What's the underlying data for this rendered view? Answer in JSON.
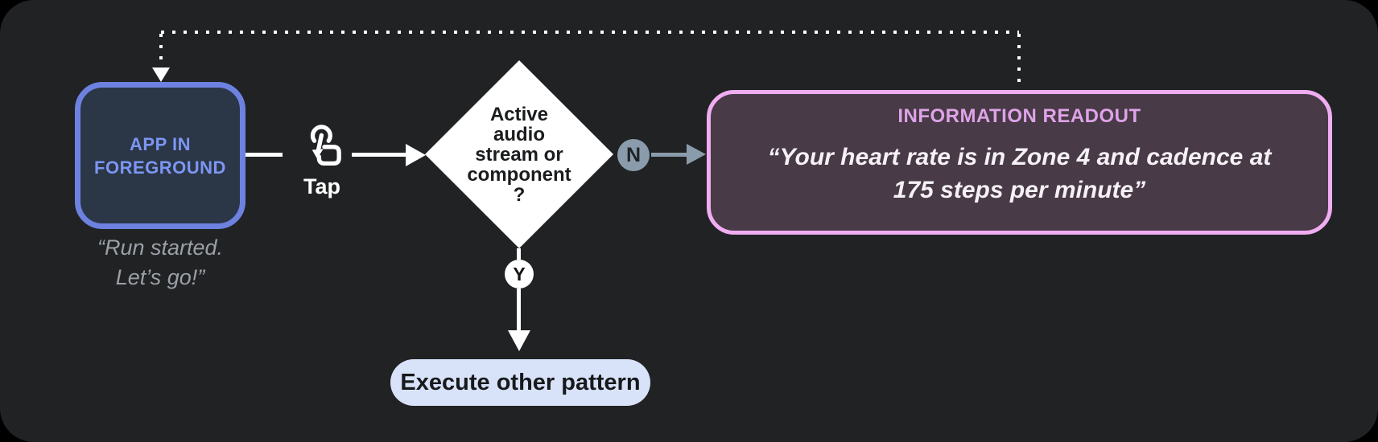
{
  "colors": {
    "panel_bg": "#212224",
    "blue_border": "#6D82E0",
    "blue_fill": "#2B3647",
    "blue_text": "#7C96F2",
    "muted_text": "#9AA0A6",
    "n_accent": "#8A9CAB",
    "pink_border": "#F0ADF2",
    "pink_fill": "#483A46",
    "pink_text": "#DEA3E8",
    "pill_bg": "#D8E2F8",
    "ink": "#1A1C1E"
  },
  "icons": {
    "tap": "tap-gesture-icon"
  },
  "app_node": {
    "line1": "APP IN",
    "line2": "FOREGROUND",
    "caption_line1": "“Run started.",
    "caption_line2": "Let’s go!”"
  },
  "tap": {
    "label": "Tap"
  },
  "decision": {
    "lines": [
      "Active",
      "audio",
      "stream or",
      "component",
      "?"
    ]
  },
  "branches": {
    "no_label": "N",
    "yes_label": "Y"
  },
  "readout": {
    "title": "INFORMATION READOUT",
    "quote_line1": "“Your heart rate is in Zone 4 and cadence at",
    "quote_line2": "175 steps per minute”"
  },
  "action": {
    "label": "Execute other pattern"
  }
}
